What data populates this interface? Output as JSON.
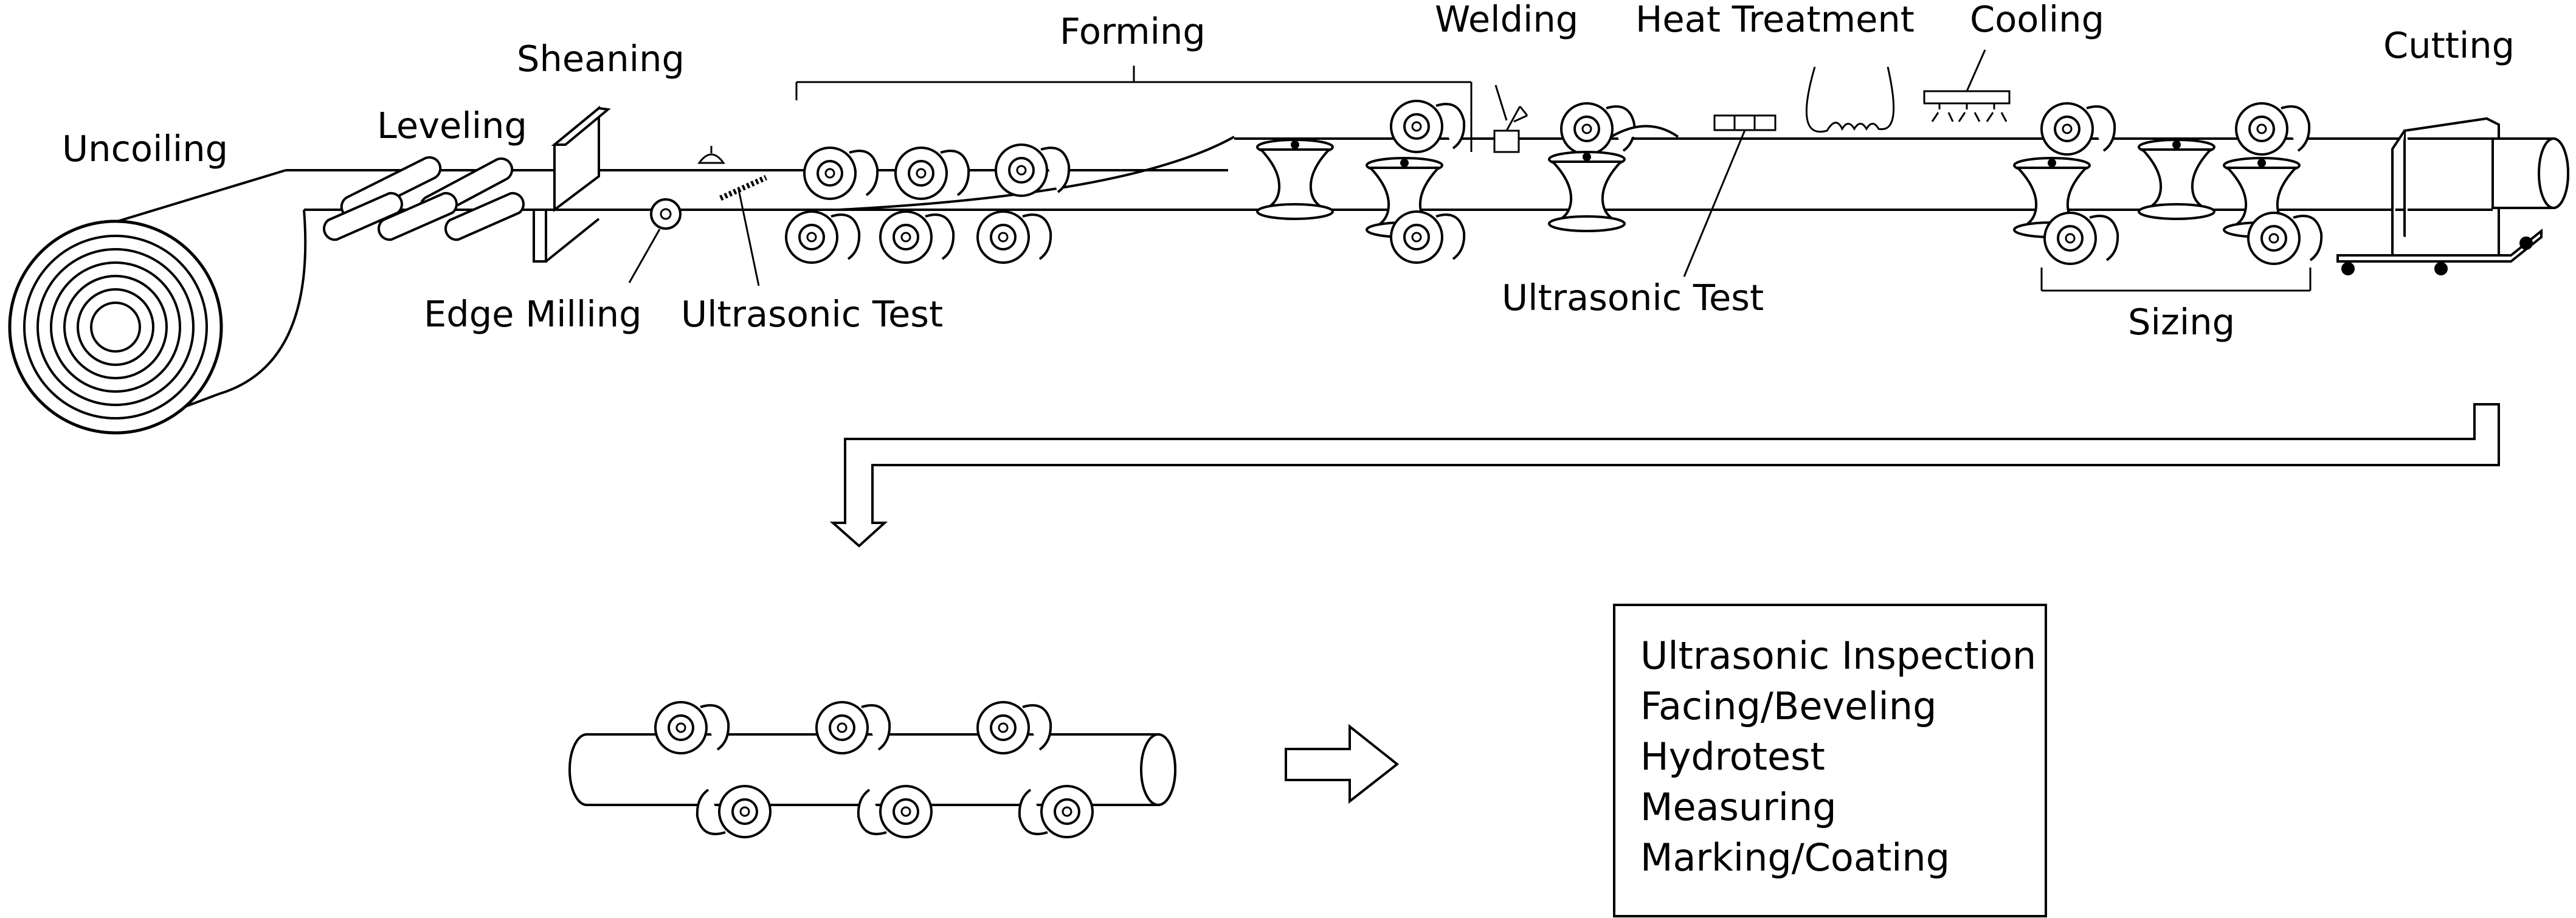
{
  "labels": {
    "uncoiling": "Uncoiling",
    "leveling": "Leveling",
    "sheaning": "Sheaning",
    "edge_milling": "Edge Milling",
    "ultrasonic_test_1": "Ultrasonic Test",
    "forming": "Forming",
    "welding": "Welding",
    "heat_treatment": "Heat Treatment",
    "cooling": "Cooling",
    "cutting": "Cutting",
    "ultrasonic_test_2": "Ultrasonic Test",
    "sizing": "Sizing"
  },
  "finishing_steps": [
    "Ultrasonic Inspection",
    "Facing/Beveling",
    "Hydrotest",
    "Measuring",
    "Marking/Coating"
  ]
}
